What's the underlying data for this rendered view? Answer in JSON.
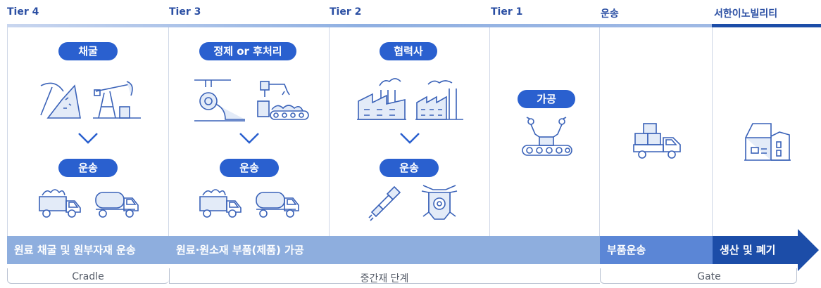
{
  "tiers": [
    "Tier 4",
    "Tier 3",
    "Tier 2",
    "Tier 1",
    "운송",
    "서한이노빌리티"
  ],
  "steps": {
    "mining": "채굴",
    "refining": "정제 or 후처리",
    "partner": "협력사",
    "processing": "가공",
    "transport": "운송"
  },
  "bands": {
    "raw": "원료 채굴 및 원부자재 운송",
    "parts": "원료·원소재 부품(제품) 가공",
    "shipping": "부품운송",
    "production": "생산 및 폐기"
  },
  "stages": {
    "cradle": "Cradle",
    "intermediate": "중간재 단계",
    "gate": "Gate"
  },
  "colors": {
    "accent": "#2a60cf",
    "band_light": "#8eaede",
    "band_mid": "#5b86d6",
    "band_dark": "#1c4da8"
  }
}
